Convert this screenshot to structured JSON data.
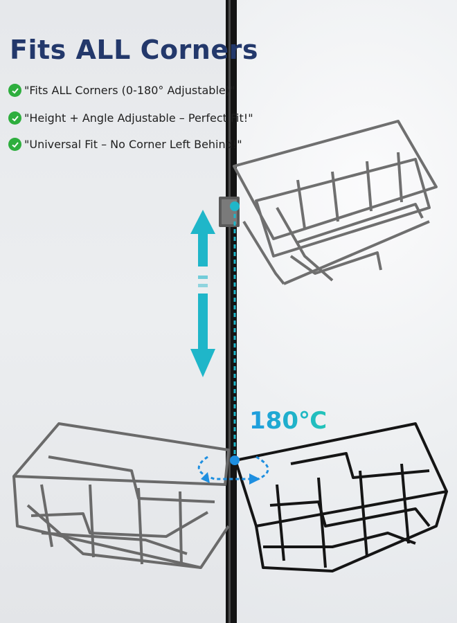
{
  "headline": "Fits ALL Corners",
  "features": [
    "\"Fits ALL Corners (0-180° Adjustable)\"",
    "\"Height + Angle Adjustable – Perfect Fit!\"",
    "\"Universal Fit – No Corner Left Behind!\""
  ],
  "angle_label": "180℃",
  "colors": {
    "headline": "#23386b",
    "check": "#2eae3e",
    "arrow": "#1fb6c9",
    "rotate_arrow": "#1e8fe0",
    "pole": "#141414",
    "basket_gray": "#6a6a6a",
    "basket_black": "#151515"
  },
  "icons": [
    "check-icon",
    "vertical-double-arrow-icon",
    "rotation-arrow-icon"
  ]
}
